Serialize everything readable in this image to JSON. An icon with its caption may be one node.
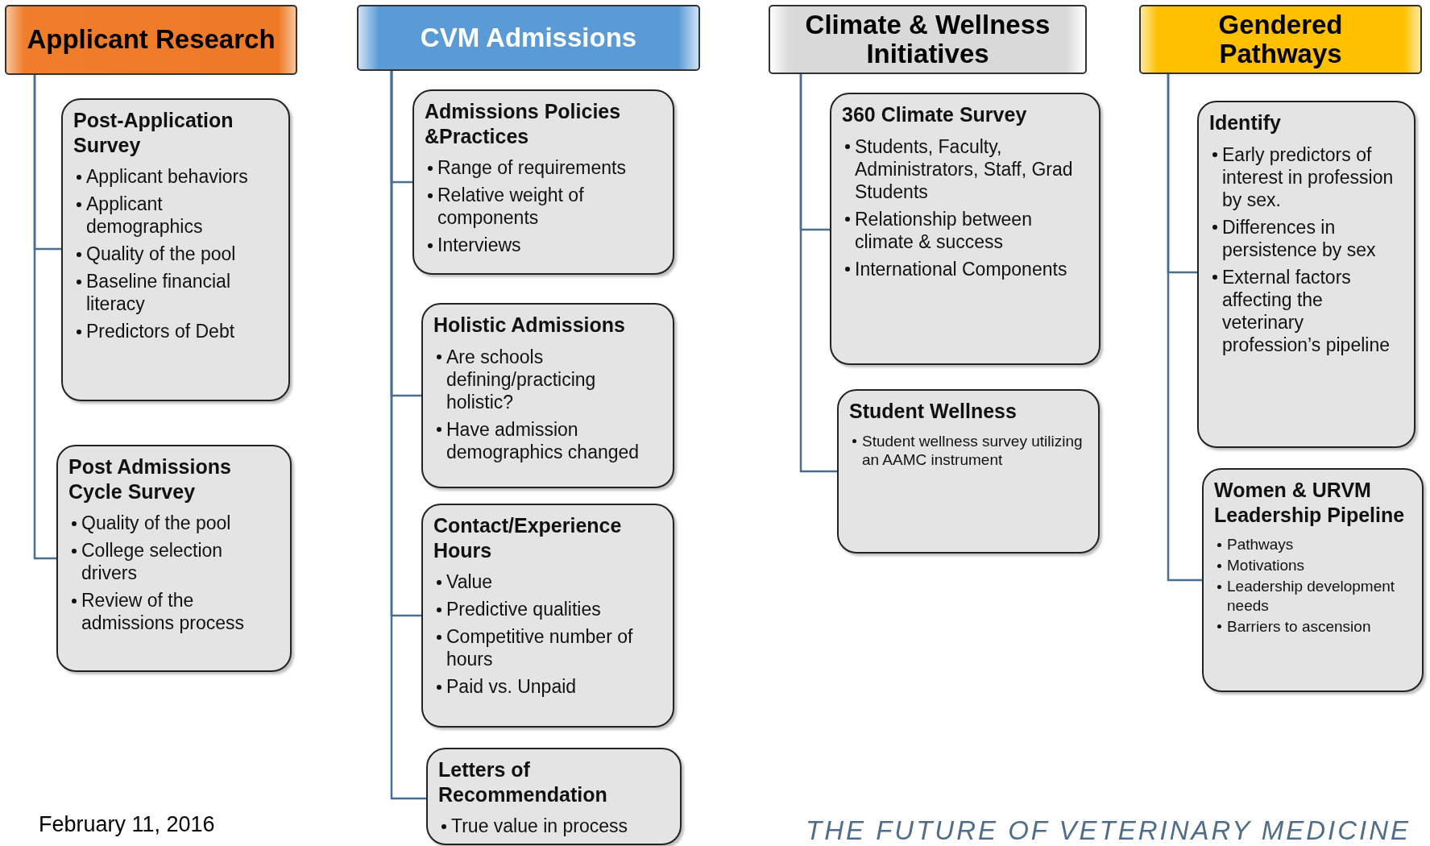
{
  "diagram": {
    "nodes": [
      {
        "text": [
          "Applicant Research"
        ]
      },
      {
        "text": [
          "Post-Application Survey",
          "Applicant behaviors",
          "Applicant demographics",
          "Quality of the pool",
          "Baseline financial literacy",
          "Predictors of Debt"
        ]
      },
      {
        "text": [
          "Post Admissions Cycle Survey",
          "Quality of the pool",
          "College selection drivers",
          "Review of the admissions process"
        ]
      },
      {
        "text": [
          "CVM Admissions"
        ]
      },
      {
        "text": [
          "Admissions Policies &Practices",
          "Range of requirements",
          "Relative weight of components",
          "Interviews"
        ]
      },
      {
        "text": [
          "Holistic Admissions",
          "Are schools defining/practicing holistic?",
          "Have admission demographics changed"
        ]
      },
      {
        "text": [
          "Contact/Experience Hours",
          "Value",
          "Predictive qualities",
          "Competitive number of hours",
          "Paid vs. Unpaid"
        ]
      },
      {
        "text": [
          "Letters of Recommendation",
          "True value in process"
        ]
      },
      {
        "text": [
          "Climate & Wellness Initiatives"
        ]
      },
      {
        "text": [
          "360 Climate Survey",
          "Students, Faculty, Administrators, Staff, Grad Students",
          "Relationship between climate & success",
          "International Components"
        ]
      },
      {
        "text": [
          "Student Wellness",
          "Student wellness survey utilizing an AAMC instrument"
        ]
      },
      {
        "text": [
          "Gendered Pathways"
        ]
      },
      {
        "text": [
          "Identify",
          "Early predictors of interest in profession by sex.",
          "Differences in persistence by sex",
          "External factors affecting the veterinary profession’s pipeline"
        ]
      },
      {
        "text": [
          "Women & URVM Leadership Pipeline",
          "Pathways",
          "Motivations",
          "Leadership development needs",
          "Barriers to ascension"
        ]
      }
    ],
    "edges": [
      {
        "from": 0,
        "to": 1,
        "arrow": "none"
      },
      {
        "from": 0,
        "to": 2,
        "arrow": "none"
      },
      {
        "from": 3,
        "to": 4,
        "arrow": "none"
      },
      {
        "from": 3,
        "to": 5,
        "arrow": "none"
      },
      {
        "from": 3,
        "to": 6,
        "arrow": "none"
      },
      {
        "from": 3,
        "to": 7,
        "arrow": "none"
      },
      {
        "from": 8,
        "to": 9,
        "arrow": "none"
      },
      {
        "from": 8,
        "to": 10,
        "arrow": "none"
      },
      {
        "from": 11,
        "to": 12,
        "arrow": "none"
      },
      {
        "from": 11,
        "to": 13,
        "arrow": "none"
      }
    ],
    "labels": [
      "February 11, 2016",
      "THE FUTURE OF VETERINARY MEDICINE"
    ]
  }
}
